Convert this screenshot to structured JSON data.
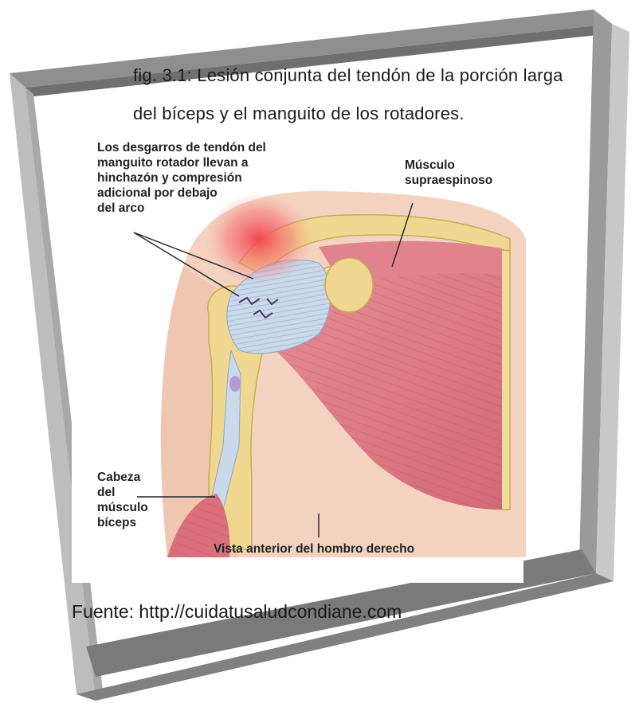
{
  "figure": {
    "caption_line1": "fig. 3.1: Lesión conjunta del tendón de la porción larga",
    "caption_line2": "del bíceps y el manguito de los rotadores.",
    "source": "Fuente: http://cuidatusaludcondiane.com"
  },
  "illustration": {
    "labels": {
      "tear_line1": "Los desgarros de tendón del",
      "tear_line2": "manguito rotador llevan a",
      "tear_line3": "hinchazón y compresión",
      "tear_line4": "adicional por debajo",
      "tear_line5": "del arco",
      "supraspinatus_line1": "Músculo",
      "supraspinatus_line2": "supraespinoso",
      "biceps_line1": "Cabeza",
      "biceps_line2": "del",
      "biceps_line3": "músculo",
      "biceps_line4": "bíceps",
      "view": "Vista anterior del hombro derecho"
    }
  },
  "colors": {
    "frame_face": "#c8c8c8",
    "frame_shadow": "#7d7d7d",
    "muscle": "#dc7d86",
    "bone": "#efd78f",
    "skin": "#f3d3c0",
    "tendon": "#c9d8ea",
    "inflammation": "#f0404a"
  }
}
